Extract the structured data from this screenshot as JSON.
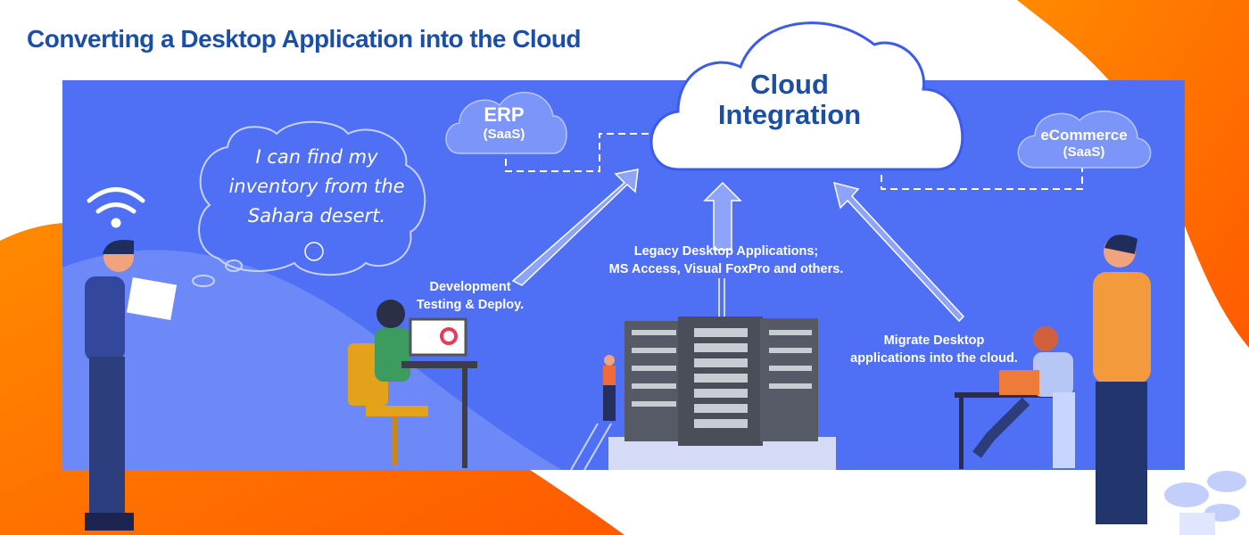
{
  "title": "Converting a Desktop Application into the Cloud",
  "clouds": {
    "main": {
      "line1": "Cloud",
      "line2": "Integration"
    },
    "erp": {
      "name": "ERP",
      "type": "(SaaS)"
    },
    "ecommerce": {
      "name": "eCommerce",
      "type": "(SaaS)"
    }
  },
  "thought_bubble": {
    "line1": "I can find my",
    "line2": "inventory from the",
    "line3": "Sahara desert."
  },
  "labels": {
    "legacy": {
      "line1": "Legacy Desktop Applications;",
      "line2": "MS Access, Visual FoxPro and others."
    },
    "development": {
      "line1": "Development",
      "line2": "Testing & Deploy."
    },
    "migrate": {
      "line1": "Migrate Desktop",
      "line2": "applications into the cloud."
    }
  },
  "colors": {
    "panel": "#4f6ff5",
    "title": "#1b4fa6",
    "orange": "#ff6a00",
    "white": "#ffffff"
  }
}
